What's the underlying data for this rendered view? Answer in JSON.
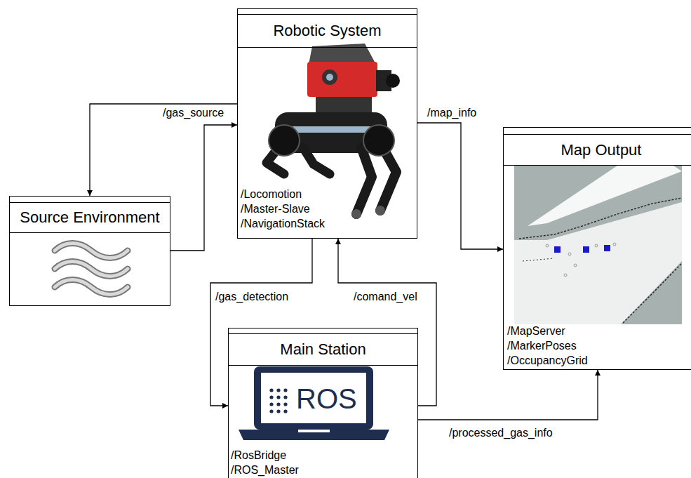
{
  "diagram": {
    "nodes": [
      {
        "text": [
          "Robotic System",
          "/Locomotion",
          "/Master-Slave",
          "/NavigationStack"
        ]
      },
      {
        "text": [
          "Source Environment"
        ]
      },
      {
        "text": [
          "Main Station",
          "/RosBridge",
          "/ROS_Master"
        ]
      },
      {
        "text": [
          "Map Output",
          "/MapServer",
          "/MarkerPoses",
          "/OccupancyGrid"
        ]
      }
    ],
    "edges": [
      {
        "from": 0,
        "to": 1,
        "arrow": "to",
        "label": "/gas_source"
      },
      {
        "from": 1,
        "to": 0,
        "arrow": "to"
      },
      {
        "from": 0,
        "to": 3,
        "arrow": "to",
        "label": "/map_info"
      },
      {
        "from": 0,
        "to": 2,
        "arrow": "to",
        "label": "/gas_detection"
      },
      {
        "from": 2,
        "to": 0,
        "arrow": "to",
        "label": "/comand_vel"
      },
      {
        "from": 2,
        "to": 3,
        "arrow": "to",
        "label": "/processed_gas_info"
      }
    ],
    "labels": [
      "ROS"
    ]
  }
}
